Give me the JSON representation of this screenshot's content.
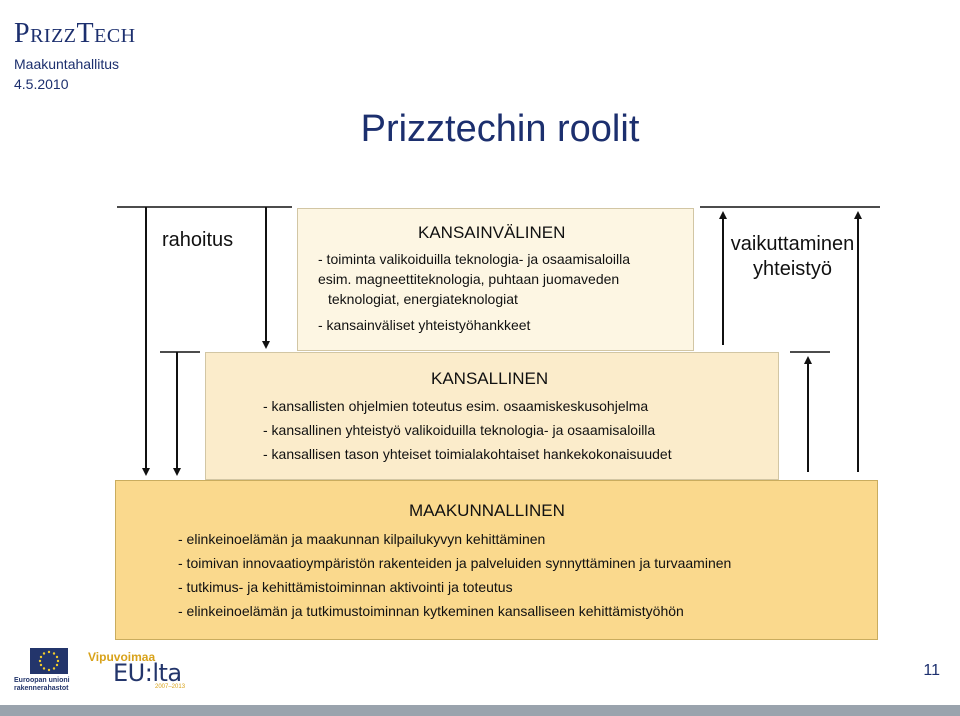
{
  "header": {
    "brand": {
      "part1": "P",
      "part2": "RIZZ",
      "part3": "T",
      "part4": "ECH"
    },
    "subtitle": "Maakuntahallitus",
    "date": "4.5.2010"
  },
  "title": "Prizztechin roolit",
  "diagram": {
    "left_label": "rahoitus",
    "right_label_1": "vaikuttaminen",
    "right_label_2": "yhteistyö",
    "international": {
      "heading": "KANSAINVÄLINEN",
      "lines": [
        "- toiminta valikoiduilla teknologia- ja osaamisaloilla",
        "esim. magneettiteknologia, puhtaan juomaveden",
        "teknologiat, energiateknologiat",
        "- kansainväliset yhteistyöhankkeet"
      ]
    },
    "national": {
      "heading": "KANSALLINEN",
      "lines": [
        "- kansallisten ohjelmien toteutus esim. osaamiskeskusohjelma",
        "- kansallinen yhteistyö valikoiduilla teknologia- ja osaamisaloilla",
        "- kansallisen tason yhteiset toimialakohtaiset hankekokonaisuudet"
      ]
    },
    "regional": {
      "heading": "MAAKUNNALLINEN",
      "lines": [
        "- elinkeinoelämän ja maakunnan kilpailukyvyn kehittäminen",
        "- toimivan innovaatioympäristön rakenteiden ja palveluiden synnyttäminen ja turvaaminen",
        "- tutkimus- ja kehittämistoiminnan aktivointi ja toteutus",
        "- elinkeinoelämän ja tutkimustoiminnan kytkeminen kansalliseen kehittämistyöhön"
      ]
    }
  },
  "footer": {
    "eu_line1": "Euroopan unioni",
    "eu_line2": "rakennerahastot",
    "vipuvoimaa": "Vipuvoimaa",
    "eulta": "EU:lta",
    "eulta_years": "2007–2013",
    "page_number": "11"
  },
  "colors": {
    "brand": "#1c2f6e",
    "international_fill": "#fdf6e3",
    "national_fill": "#fbeccb",
    "regional_fill": "#fad98d"
  }
}
